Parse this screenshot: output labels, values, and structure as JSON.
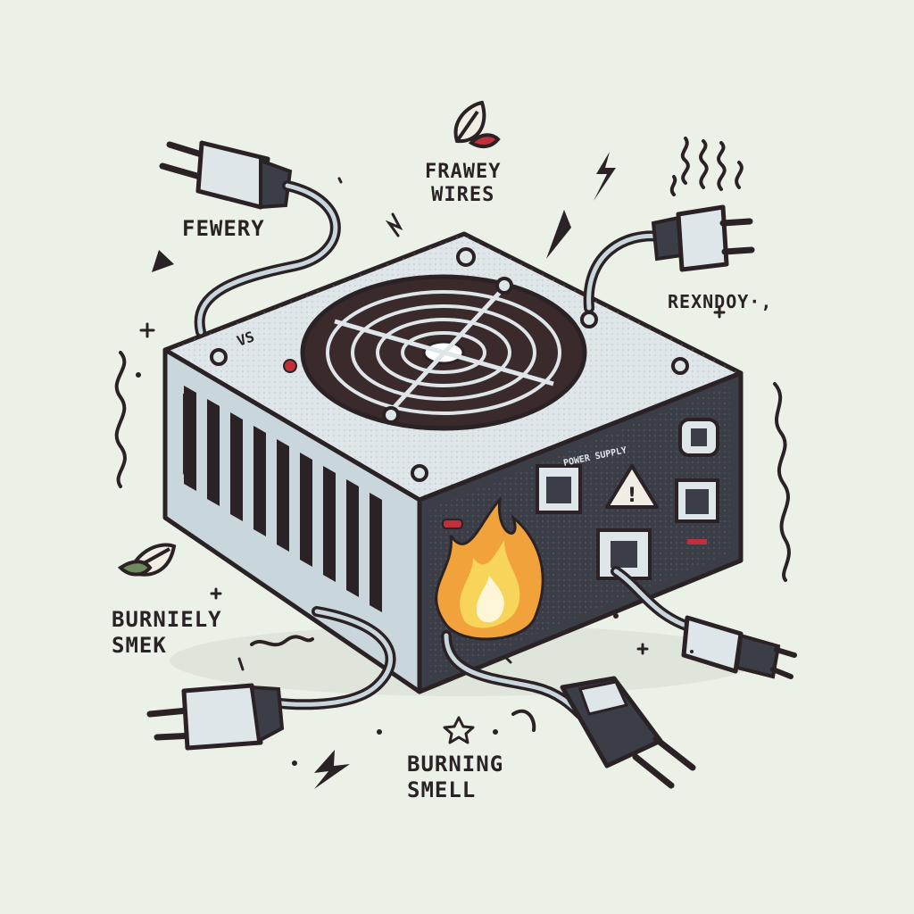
{
  "labels": {
    "fewery": "FEWERY",
    "frawey_wires": {
      "line1": "FRAWEY",
      "line2": "WIRES"
    },
    "rexndoy": "REXNDOY·,",
    "burniely_smek": {
      "line1": "BURNIELY",
      "line2": "SMEK"
    },
    "burning_smell": {
      "line1": "BURNING",
      "line2": "SMELL"
    },
    "psu_panel_text": "POWER SUPPLY",
    "brand_mark": "VS"
  },
  "colors": {
    "background": "#ecf1e8",
    "outline": "#2a2224",
    "case_light": "#dfe6ea",
    "case_side": "#c9d6dc",
    "panel_dark": "#3b3d47",
    "fan_dark": "#3a2a2c",
    "flame_orange": "#f2a23a",
    "flame_yellow": "#f7d45a",
    "accent_red": "#c0303a",
    "leaf_green": "#6f8a5e"
  },
  "icons": [
    "plug-icon",
    "fan-icon",
    "warning-icon",
    "flame-icon",
    "leaf-icon",
    "lightning-icon",
    "heat-waves-icon",
    "sparkle-icon",
    "star-icon"
  ]
}
